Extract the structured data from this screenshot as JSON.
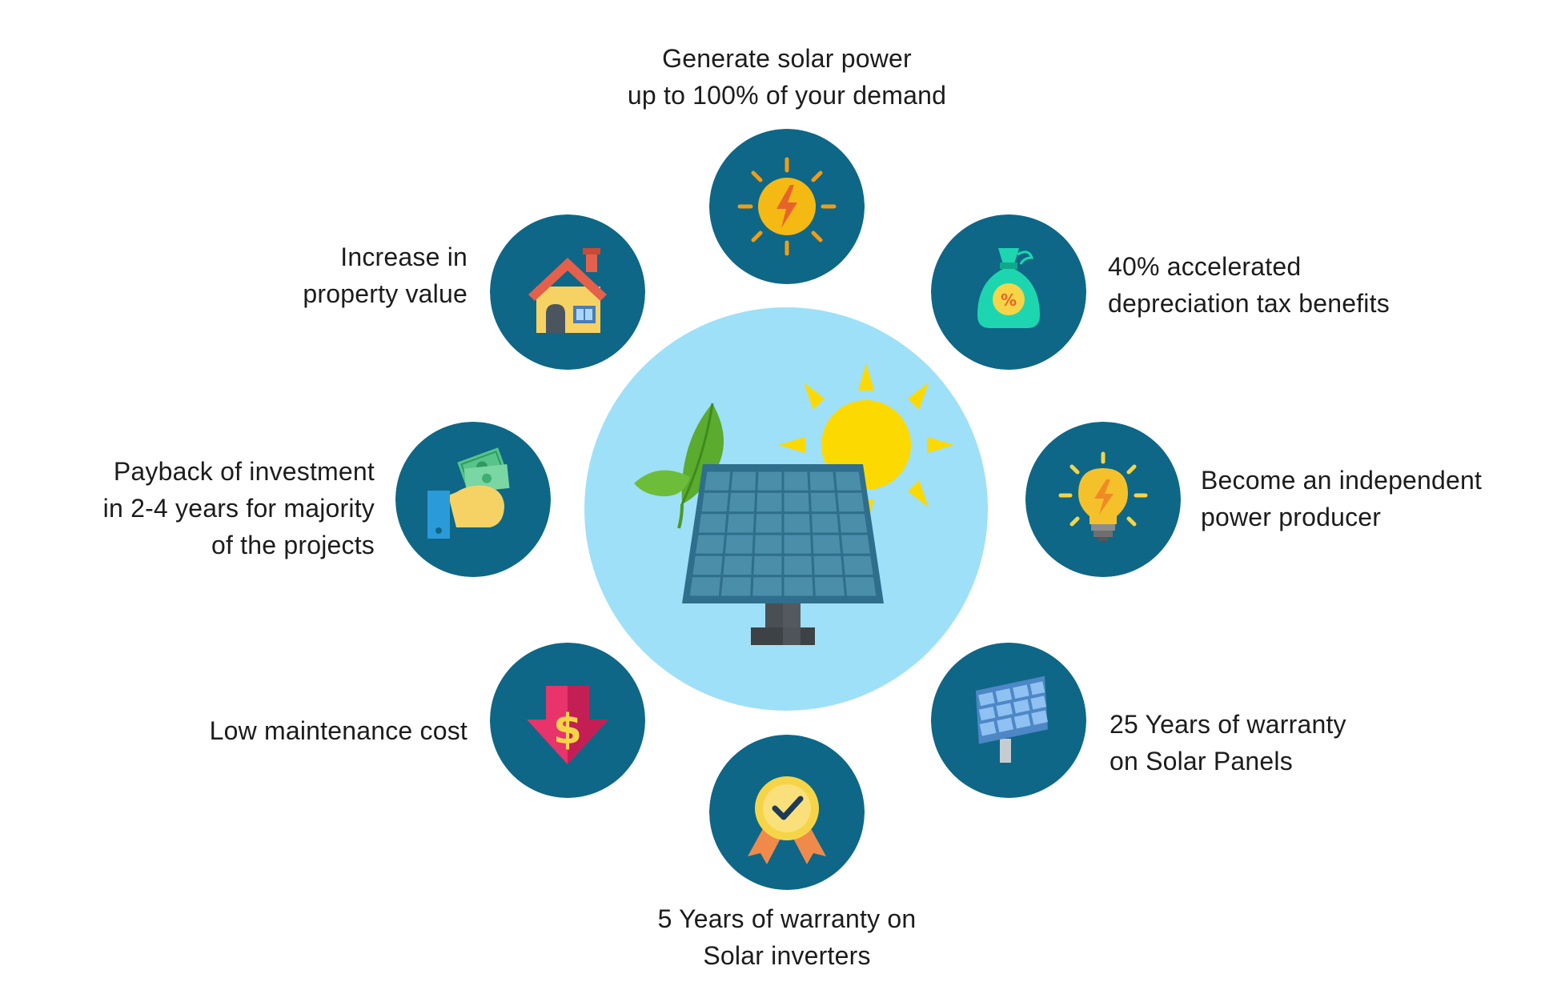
{
  "colors": {
    "node_fill": "#0e6787",
    "hub_fill": "#9ee0f7",
    "panel_fill": "#2f6e8c",
    "sun_fill": "#fcd900",
    "leaf_fill": "#5aab2e",
    "text": "#1c1c1c"
  },
  "benefits": [
    {
      "id": "generate",
      "icon": "sun-bolt-icon",
      "lines": [
        "Generate solar power",
        "up to 100% of your demand"
      ]
    },
    {
      "id": "depreciation",
      "icon": "money-bag-percent-icon",
      "lines": [
        "40% accelerated",
        "depreciation tax benefits"
      ]
    },
    {
      "id": "independent",
      "icon": "lightbulb-bolt-icon",
      "lines": [
        "Become an independent",
        "power producer"
      ]
    },
    {
      "id": "panel-warranty",
      "icon": "solar-panel-icon",
      "lines": [
        "25 Years of warranty",
        "on Solar Panels"
      ]
    },
    {
      "id": "inverter-warranty",
      "icon": "award-badge-check-icon",
      "lines": [
        "5 Years of warranty on",
        "Solar inverters"
      ]
    },
    {
      "id": "maintenance",
      "icon": "dollar-down-arrow-icon",
      "lines": [
        "Low maintenance cost"
      ]
    },
    {
      "id": "payback",
      "icon": "hand-with-cash-icon",
      "lines": [
        "Payback of investment",
        "in 2-4 years for majority",
        "of the projects"
      ]
    },
    {
      "id": "property",
      "icon": "house-icon",
      "lines": [
        "Increase in",
        "property value"
      ]
    }
  ],
  "hub": {
    "icon": "solar-panel-sun-leaf-icon"
  }
}
